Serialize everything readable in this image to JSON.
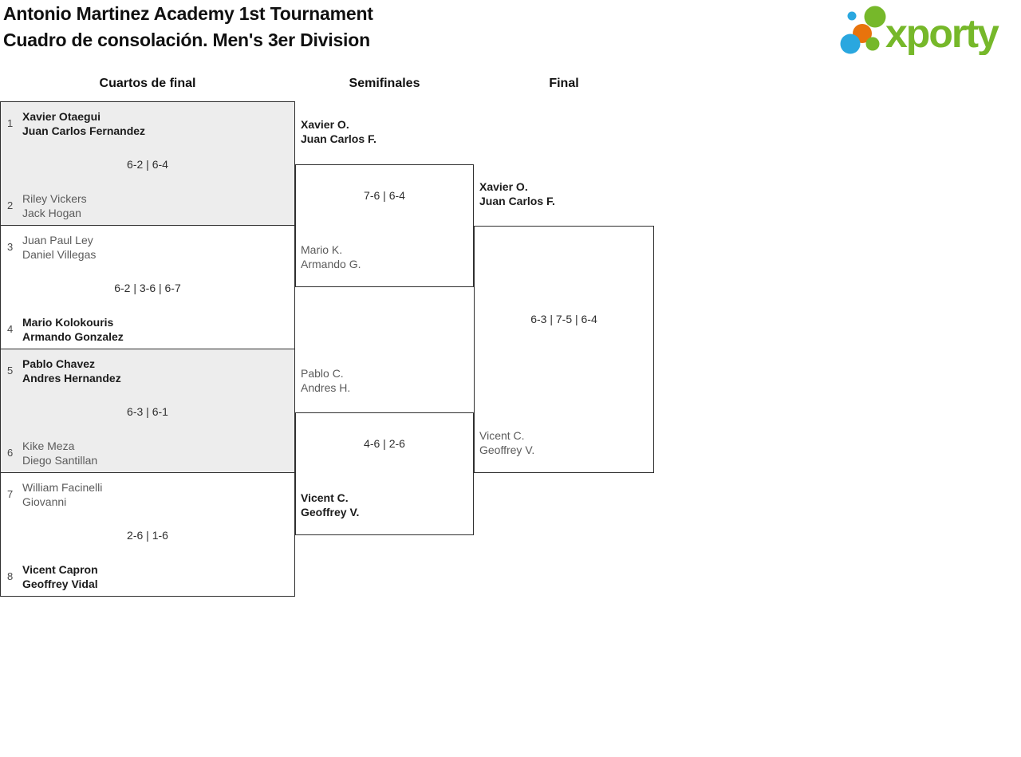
{
  "header": {
    "title_line1": "Antonio Martinez Academy 1st Tournament",
    "title_line2": "Cuadro de consolación. Men's 3er Division",
    "logo_text": "xporty"
  },
  "colors": {
    "logo_green": "#76b82a",
    "logo_blue": "#2aa7df",
    "logo_orange": "#e8730c",
    "border": "#2f2f2f",
    "block_gray": "#ededed",
    "winner_text": "#1b1b1b",
    "loser_text": "#5b5b5b"
  },
  "rounds": [
    {
      "label": "Cuartos de final"
    },
    {
      "label": "Semifinales"
    },
    {
      "label": "Final"
    }
  ],
  "quarterfinals": [
    {
      "seed_top": "1",
      "team_top": [
        "Xavier Otaegui",
        "Juan Carlos Fernandez"
      ],
      "score": "6-2 | 6-4",
      "seed_bottom": "2",
      "team_bottom": [
        "Riley Vickers",
        "Jack Hogan"
      ],
      "winner": "top",
      "shaded": true
    },
    {
      "seed_top": "3",
      "team_top": [
        "Juan Paul Ley",
        "Daniel Villegas"
      ],
      "score": "6-2 | 3-6 | 6-7",
      "seed_bottom": "4",
      "team_bottom": [
        "Mario Kolokouris",
        "Armando Gonzalez"
      ],
      "winner": "bottom",
      "shaded": false
    },
    {
      "seed_top": "5",
      "team_top": [
        "Pablo Chavez",
        "Andres Hernandez"
      ],
      "score": "6-3 | 6-1",
      "seed_bottom": "6",
      "team_bottom": [
        "Kike Meza",
        "Diego Santillan"
      ],
      "winner": "top",
      "shaded": true
    },
    {
      "seed_top": "7",
      "team_top": [
        "William Facinelli",
        "Giovanni"
      ],
      "score": "2-6 | 1-6",
      "seed_bottom": "8",
      "team_bottom": [
        "Vicent Capron",
        "Geoffrey Vidal"
      ],
      "winner": "bottom",
      "shaded": false
    }
  ],
  "semifinals": [
    {
      "team_top": [
        "Xavier O.",
        "Juan Carlos F."
      ],
      "score": "7-6 | 6-4",
      "team_bottom": [
        "Mario K.",
        "Armando G."
      ],
      "winner": "top"
    },
    {
      "team_top": [
        "Pablo C.",
        "Andres H."
      ],
      "score": "4-6 | 2-6",
      "team_bottom": [
        "Vicent C.",
        "Geoffrey V."
      ],
      "winner": "bottom"
    }
  ],
  "final": {
    "team_top": [
      "Xavier O.",
      "Juan Carlos F."
    ],
    "score": "6-3 | 7-5 | 6-4",
    "team_bottom": [
      "Vicent C.",
      "Geoffrey V."
    ],
    "winner": "top"
  }
}
